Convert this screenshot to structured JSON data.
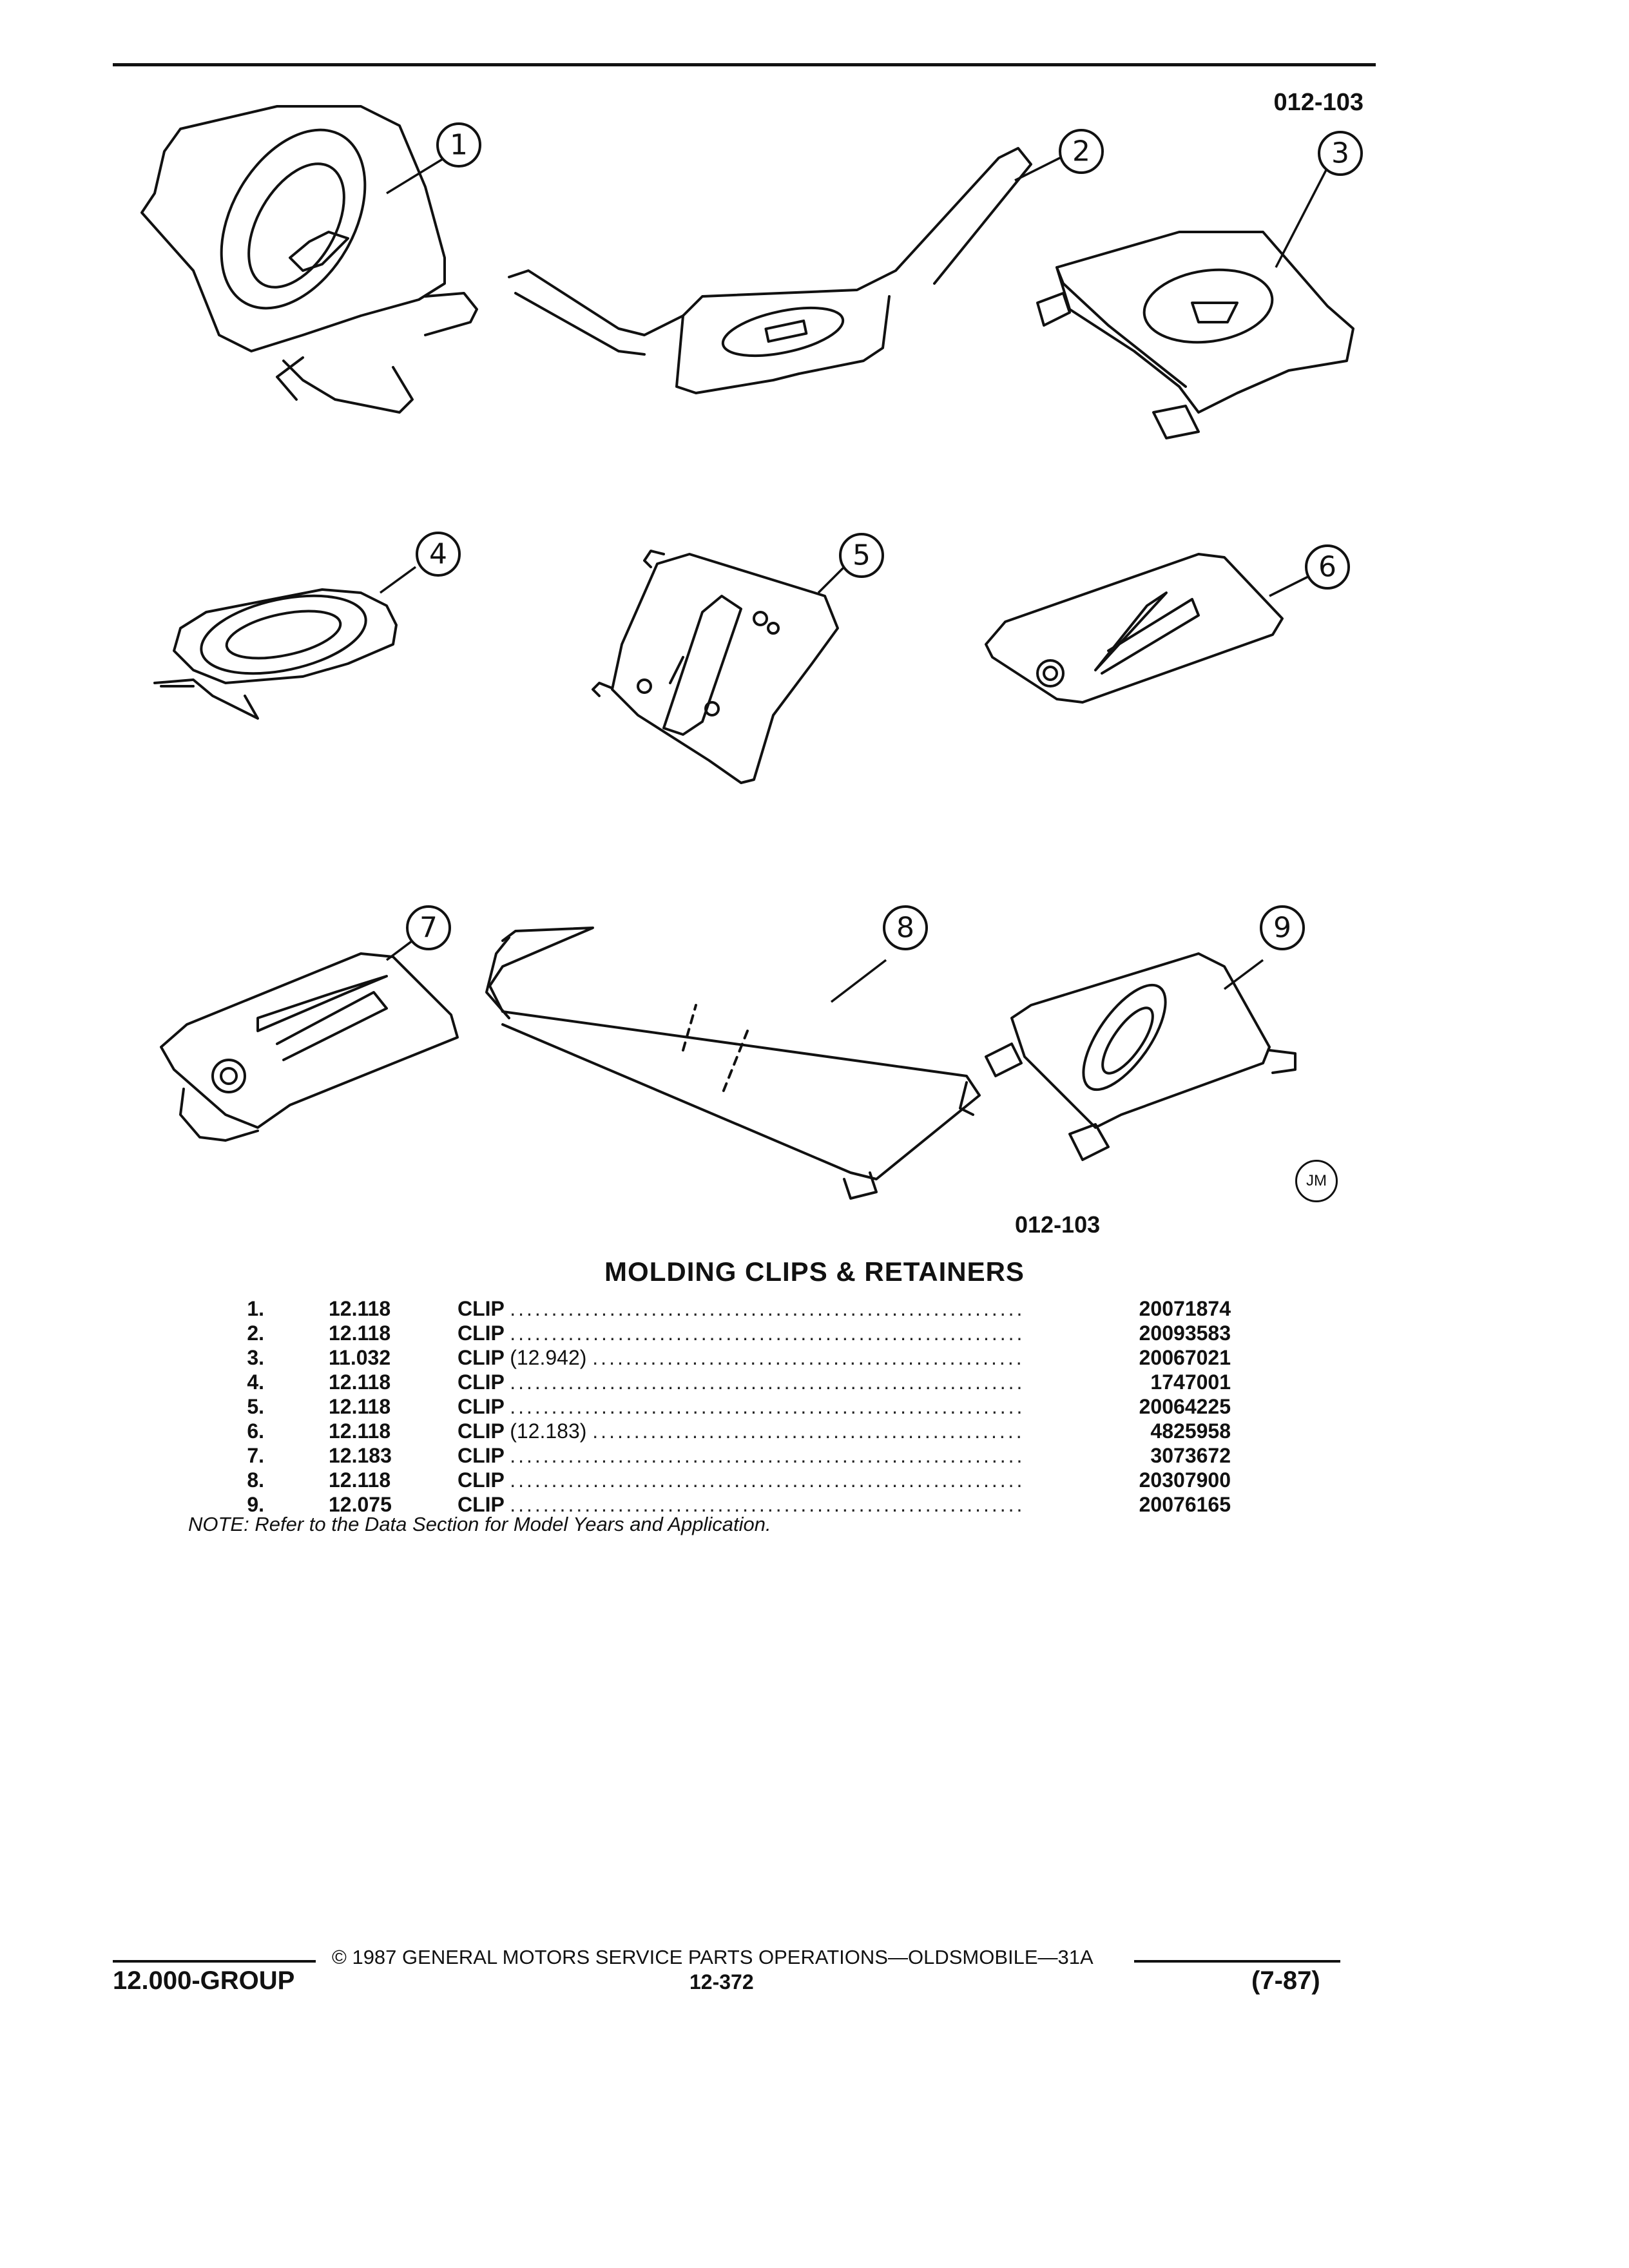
{
  "figure_id_top": "012-103",
  "figure_id_bottom": "012-103",
  "callouts": [
    "1",
    "2",
    "3",
    "4",
    "5",
    "6",
    "7",
    "8",
    "9"
  ],
  "illustrator_mark": "JM",
  "title": "MOLDING CLIPS & RETAINERS",
  "parts": [
    {
      "num": "1.",
      "group": "12.118",
      "desc": "CLIP",
      "qualifier": "",
      "part_no": "20071874"
    },
    {
      "num": "2.",
      "group": "12.118",
      "desc": "CLIP",
      "qualifier": "",
      "part_no": "20093583"
    },
    {
      "num": "3.",
      "group": "11.032",
      "desc": "CLIP",
      "qualifier": "(12.942)",
      "part_no": "20067021"
    },
    {
      "num": "4.",
      "group": "12.118",
      "desc": "CLIP",
      "qualifier": "",
      "part_no": "1747001"
    },
    {
      "num": "5.",
      "group": "12.118",
      "desc": "CLIP",
      "qualifier": "",
      "part_no": "20064225"
    },
    {
      "num": "6.",
      "group": "12.118",
      "desc": "CLIP",
      "qualifier": "(12.183)",
      "part_no": "4825958"
    },
    {
      "num": "7.",
      "group": "12.183",
      "desc": "CLIP",
      "qualifier": "",
      "part_no": "3073672"
    },
    {
      "num": "8.",
      "group": "12.118",
      "desc": "CLIP",
      "qualifier": "",
      "part_no": "20307900"
    },
    {
      "num": "9.",
      "group": "12.075",
      "desc": "CLIP",
      "qualifier": "",
      "part_no": "20076165"
    }
  ],
  "note": "NOTE: Refer to the Data Section for Model Years and Application.",
  "footer": {
    "copyright": "© 1987 GENERAL MOTORS SERVICE PARTS OPERATIONS—OLDSMOBILE—31A",
    "group": "12.000-GROUP",
    "page": "12-372",
    "revision": "(7-87)"
  }
}
